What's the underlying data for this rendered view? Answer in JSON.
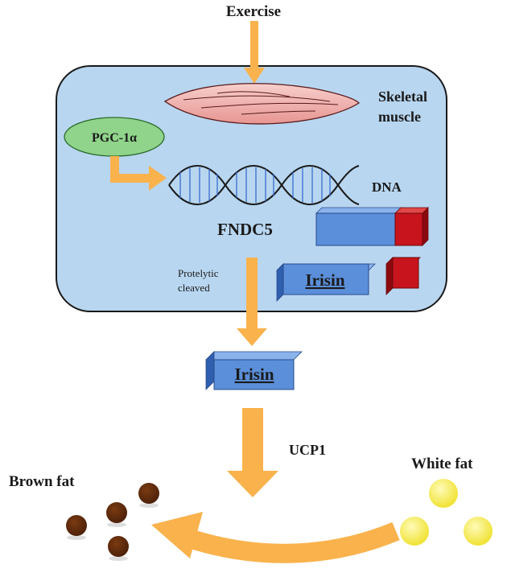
{
  "labels": {
    "exercise": "Exercise",
    "skeletal_line1": "Skeletal",
    "skeletal_line2": "muscle",
    "pgc": "PGC-1α",
    "dna": "DNA",
    "fndc5": "FNDC5",
    "protelytic_line1": "Protelytic",
    "protelytic_line2": "cleaved",
    "irisin_in_cell": "Irisin",
    "irisin_secreted": "Irisin",
    "ucp1": "UCP1",
    "brown_fat": "Brown fat",
    "white_fat": "White fat"
  },
  "colors": {
    "cell_fill": "#b8d6f0",
    "cell_stroke": "#1a1a1a",
    "arrow": "#f9b24c",
    "pgc_fill": "#8fd48a",
    "block_blue": "#5b8fd9",
    "block_red": "#c8141c",
    "brown_fat": "#5a2a0c",
    "white_fat": "#f6ea4a",
    "muscle": "#f2b8b6"
  }
}
